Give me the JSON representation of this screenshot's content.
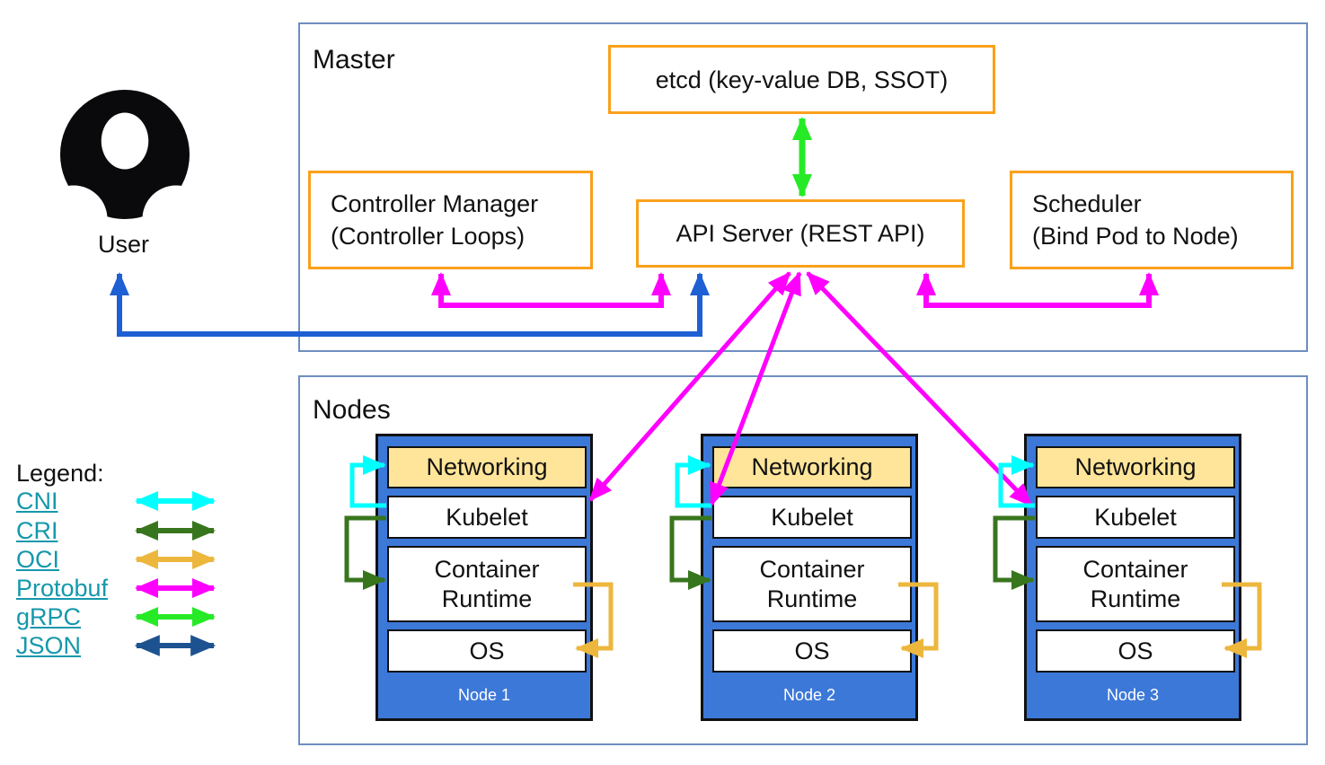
{
  "master": {
    "title": "Master",
    "etcd_label": "etcd (key-value DB, SSOT)",
    "api_server_label": "API Server (REST API)",
    "controller_manager": {
      "line1": "Controller Manager",
      "line2": "(Controller Loops)"
    },
    "scheduler": {
      "line1": "Scheduler",
      "line2": "(Bind Pod to Node)"
    }
  },
  "user_label": "User",
  "nodes_section": {
    "title": "Nodes",
    "nodes": [
      {
        "name": "Node 1",
        "layers": [
          "Networking",
          "Kubelet",
          "Container Runtime",
          "OS"
        ]
      },
      {
        "name": "Node 2",
        "layers": [
          "Networking",
          "Kubelet",
          "Container Runtime",
          "OS"
        ]
      },
      {
        "name": "Node 3",
        "layers": [
          "Networking",
          "Kubelet",
          "Container Runtime",
          "OS"
        ]
      }
    ]
  },
  "legend": {
    "title": "Legend:",
    "items": [
      {
        "label": "CNI",
        "color": "#00FFFF"
      },
      {
        "label": "CRI",
        "color": "#38761D"
      },
      {
        "label": "OCI",
        "color": "#EDB73D"
      },
      {
        "label": "Protobuf",
        "color": "#FF00FF"
      },
      {
        "label": "gRPC",
        "color": "#26EA26"
      },
      {
        "label": "JSON",
        "color": "#1D5290"
      }
    ]
  },
  "colors": {
    "cni": "#00FFFF",
    "cri": "#38761D",
    "oci": "#EDB73D",
    "protobuf": "#FF00FF",
    "grpc": "#26EA26",
    "json": "#1D5290",
    "user_json_line": "#1E5FD3",
    "orange_box_border": "#F9A11B",
    "section_border": "#6E8EBE",
    "node_fill": "#3C78D8",
    "networking_fill": "#FFE599",
    "legend_link": "#1598AB"
  }
}
